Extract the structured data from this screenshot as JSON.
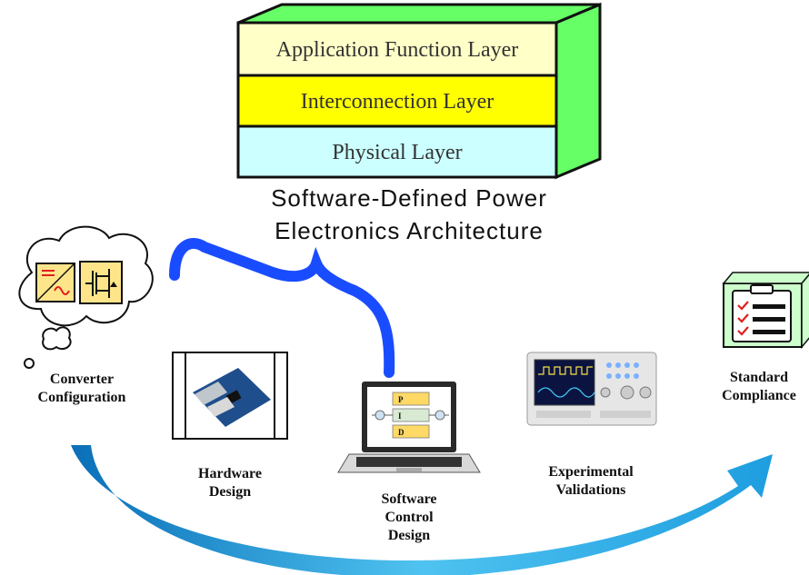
{
  "architecture": {
    "layers": [
      {
        "label": "Application Function Layer",
        "color": "#ffffc8"
      },
      {
        "label": "Interconnection Layer",
        "color": "#ffff00"
      },
      {
        "label": "Physical Layer",
        "color": "#ccffff"
      }
    ],
    "side_color": "#66ff66",
    "title_line1": "Software-Defined Power",
    "title_line2": "Electronics Architecture"
  },
  "steps": {
    "converter": {
      "line1": "Converter",
      "line2": "Configuration"
    },
    "hardware": {
      "line1": "Hardware",
      "line2": "Design"
    },
    "software": {
      "line1": "Software",
      "line2": "Control",
      "line3": "Design"
    },
    "experimental": {
      "line1": "Experimental",
      "line2": "Validations"
    },
    "standard": {
      "line1": "Standard",
      "line2": "Compliance"
    }
  },
  "controller_blocks": {
    "p": "P",
    "i": "I",
    "d": "D"
  },
  "colors": {
    "brace": "#1a4cff",
    "arrow_light": "#5fd0f5",
    "arrow_dark": "#0a6fb8",
    "checklist_bg": "#ccffcc",
    "check": "#e02020"
  }
}
